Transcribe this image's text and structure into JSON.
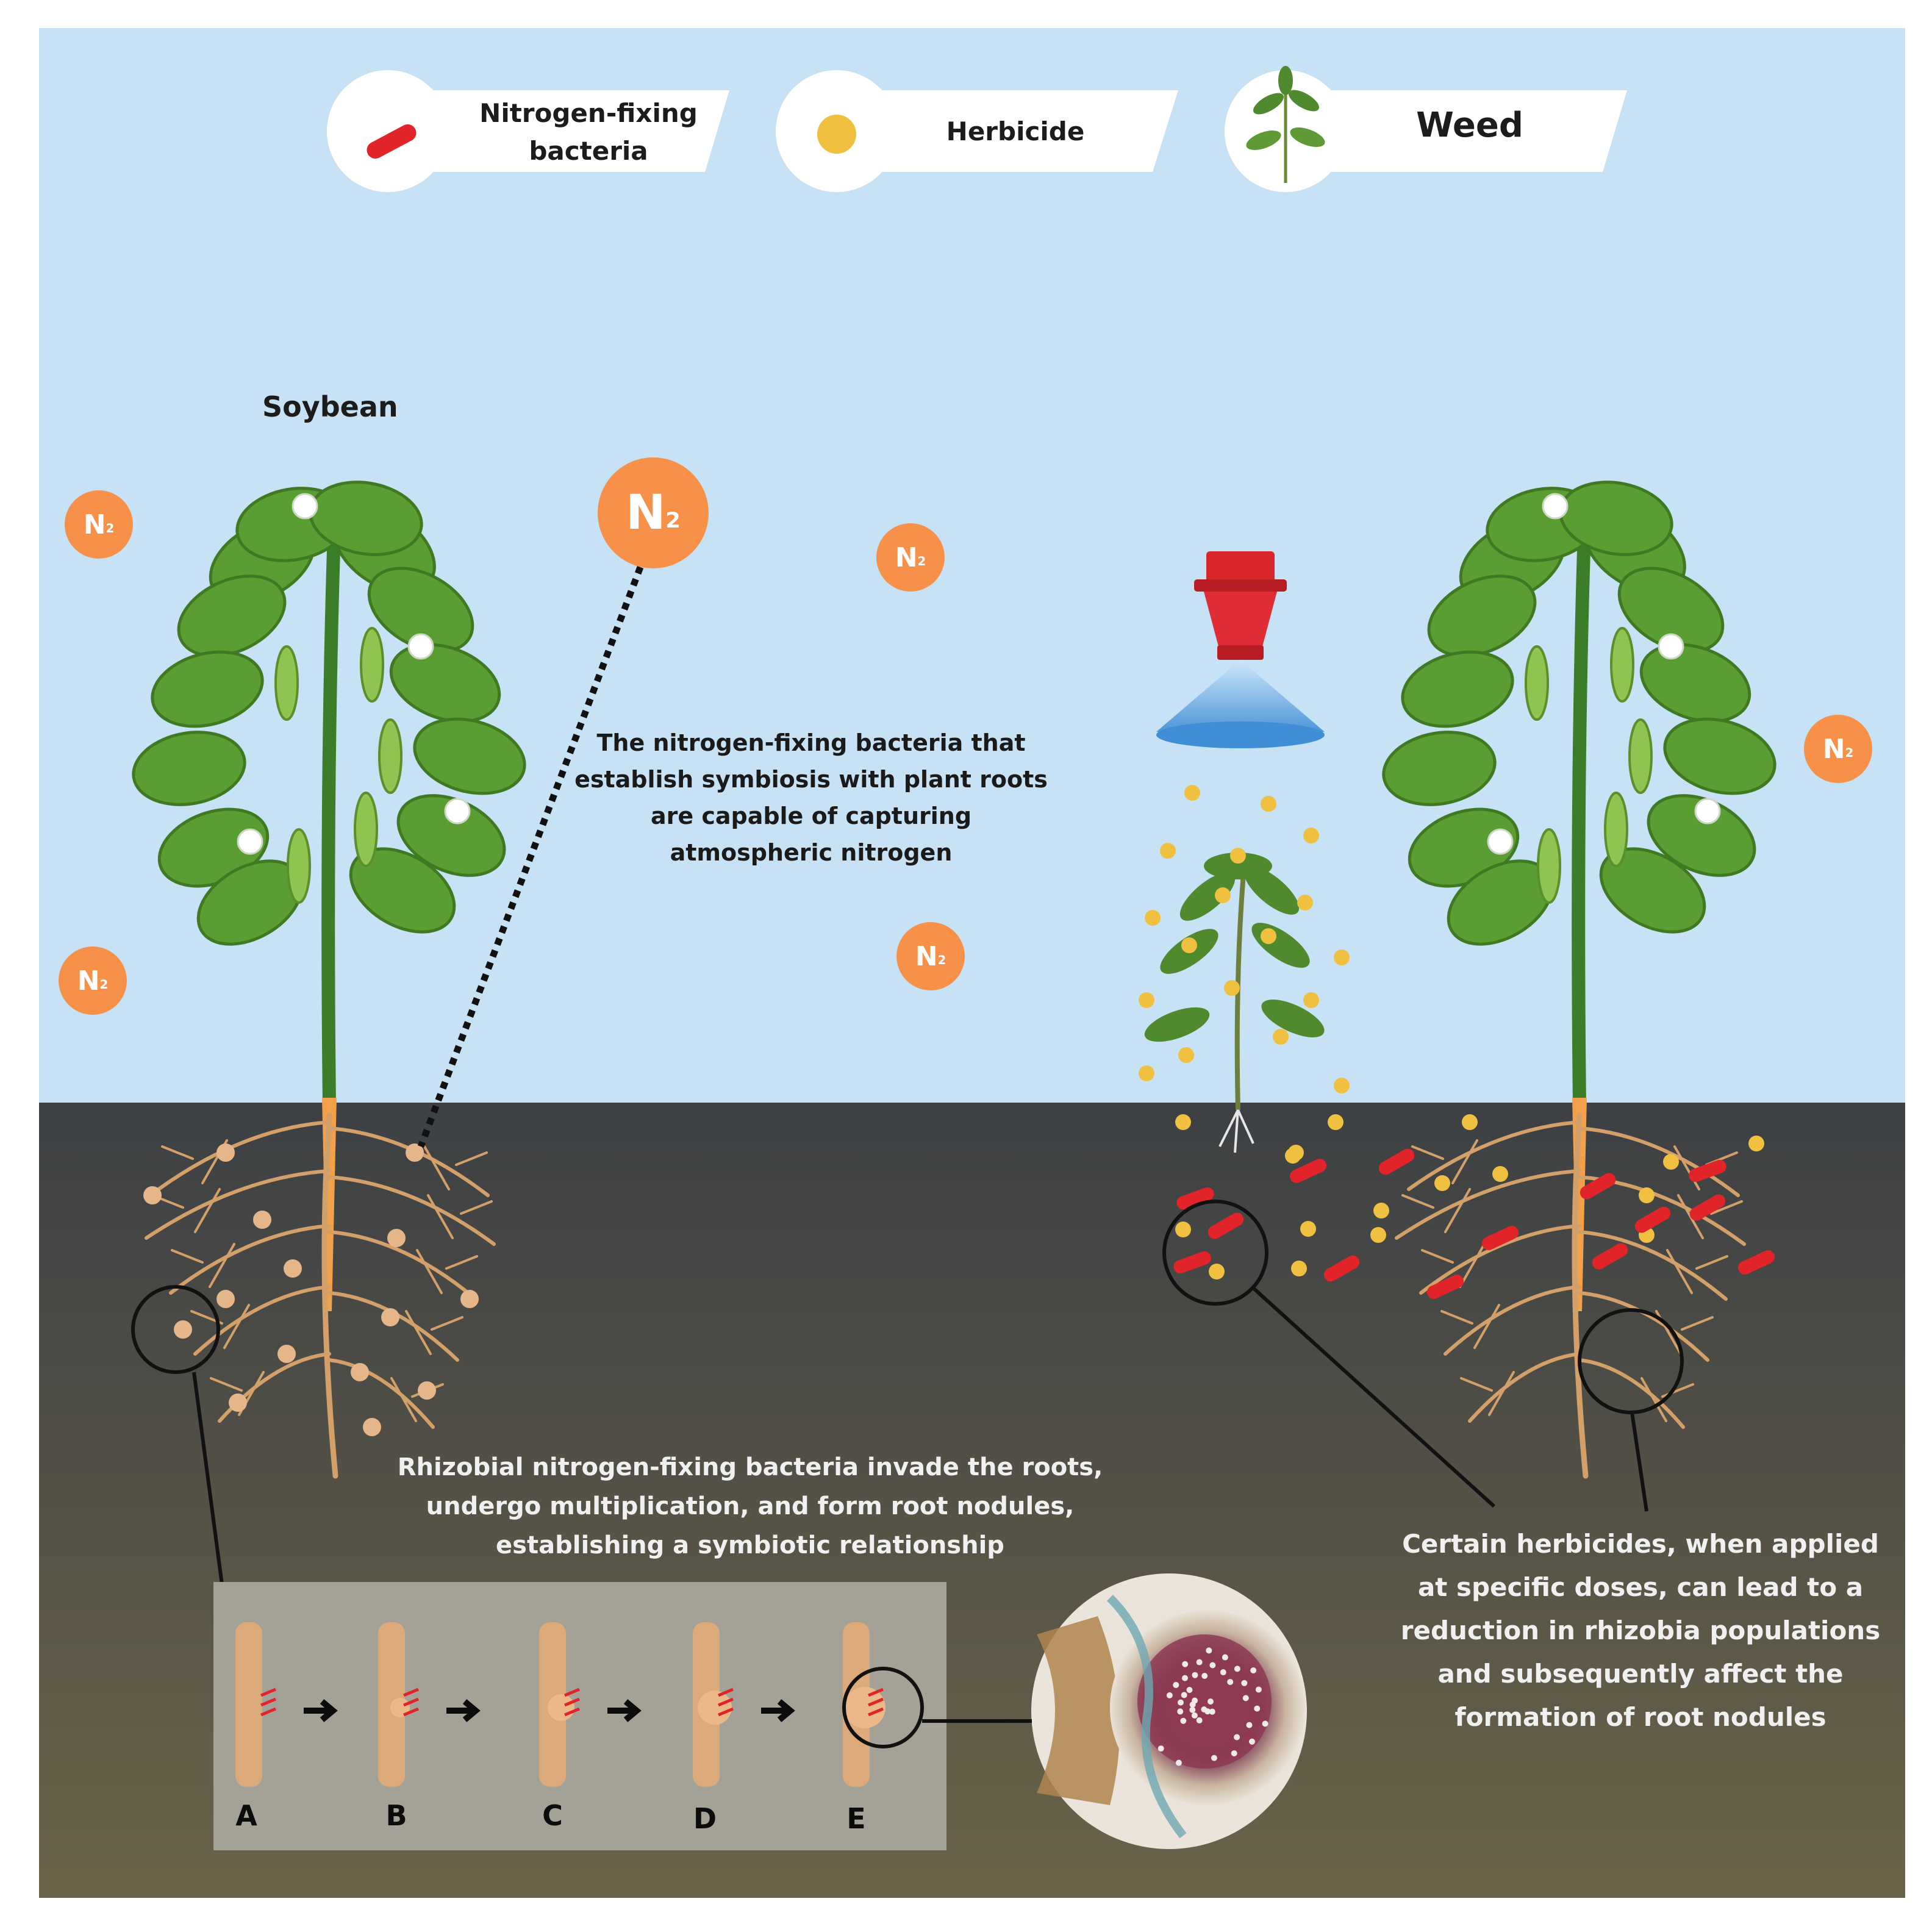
{
  "legend": {
    "bacteria_label": "Nitrogen-fixing\nbacteria",
    "herbicide_label": "Herbicide",
    "weed_label": "Weed"
  },
  "plant_label": "Soybean",
  "n2_symbol": "N",
  "n2_subscript": "2",
  "capture_text": "The nitrogen-fixing bacteria that\nestablish symbiosis with plant roots\nare capable of capturing\natmospheric nitrogen",
  "nodule_text": "Rhizobial nitrogen-fixing bacteria invade the roots,\nundergo multiplication, and form root nodules,\nestablishing a symbiotic relationship",
  "herbicide_effect_text": "Certain herbicides, when applied\nat specific doses, can lead to a\nreduction in rhizobia populations\nand subsequently affect the\nformation of root nodules",
  "steps": [
    "A",
    "B",
    "C",
    "D",
    "E"
  ],
  "colors": {
    "sky": "#c7e1f5",
    "soil_top": "#3d4044",
    "soil_bottom": "#6b6349",
    "n2": "#f7914a",
    "bacteria": "#e1242a",
    "herbicide": "#f0c040",
    "root": "#d4a06a",
    "leaf": "#5a9e33",
    "panel": "#a4a296"
  }
}
